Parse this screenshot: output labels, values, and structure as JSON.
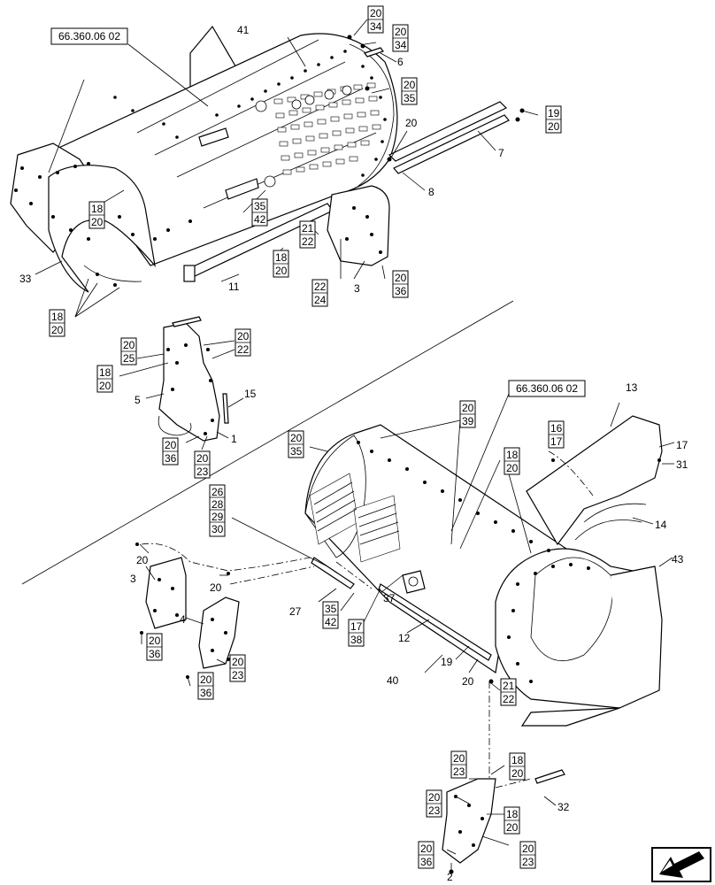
{
  "reference_boxes": [
    "66.360.06 02",
    "66.360.06 02"
  ],
  "callouts": [
    {
      "id": "c41",
      "label": "41"
    },
    {
      "id": "c6",
      "label": "6"
    },
    {
      "id": "c20a",
      "label": "20"
    },
    {
      "id": "c7",
      "label": "7"
    },
    {
      "id": "c8",
      "label": "8"
    },
    {
      "id": "c3a",
      "label": "3"
    },
    {
      "id": "c11",
      "label": "11"
    },
    {
      "id": "c33",
      "label": "33"
    },
    {
      "id": "c15",
      "label": "15"
    },
    {
      "id": "c5",
      "label": "5"
    },
    {
      "id": "c1",
      "label": "1"
    },
    {
      "id": "c13",
      "label": "13"
    },
    {
      "id": "c17a",
      "label": "17"
    },
    {
      "id": "c31",
      "label": "31"
    },
    {
      "id": "c14",
      "label": "14"
    },
    {
      "id": "c43",
      "label": "43"
    },
    {
      "id": "c20b",
      "label": "20"
    },
    {
      "id": "c3b",
      "label": "3"
    },
    {
      "id": "c20c",
      "label": "20"
    },
    {
      "id": "c4",
      "label": "4"
    },
    {
      "id": "c27",
      "label": "27"
    },
    {
      "id": "c37",
      "label": "37"
    },
    {
      "id": "c12",
      "label": "12"
    },
    {
      "id": "c40",
      "label": "40"
    },
    {
      "id": "c19",
      "label": "19"
    },
    {
      "id": "c20d",
      "label": "20"
    },
    {
      "id": "c32",
      "label": "32"
    },
    {
      "id": "c2",
      "label": "2"
    }
  ],
  "boxed_callouts": [
    {
      "id": "b1",
      "lines": [
        "20",
        "34"
      ]
    },
    {
      "id": "b2",
      "lines": [
        "20",
        "34"
      ]
    },
    {
      "id": "b3",
      "lines": [
        "20",
        "35"
      ]
    },
    {
      "id": "b4",
      "lines": [
        "19",
        "20"
      ]
    },
    {
      "id": "b5",
      "lines": [
        "18",
        "20"
      ]
    },
    {
      "id": "b6",
      "lines": [
        "35",
        "42"
      ]
    },
    {
      "id": "b7",
      "lines": [
        "21",
        "22"
      ]
    },
    {
      "id": "b8",
      "lines": [
        "18",
        "20"
      ]
    },
    {
      "id": "b9",
      "lines": [
        "22",
        "24"
      ]
    },
    {
      "id": "b10",
      "lines": [
        "20",
        "36"
      ]
    },
    {
      "id": "b11",
      "lines": [
        "18",
        "20"
      ]
    },
    {
      "id": "b12",
      "lines": [
        "20",
        "25"
      ]
    },
    {
      "id": "b13",
      "lines": [
        "20",
        "22"
      ]
    },
    {
      "id": "b14",
      "lines": [
        "18",
        "20"
      ]
    },
    {
      "id": "b15",
      "lines": [
        "20",
        "36"
      ]
    },
    {
      "id": "b16",
      "lines": [
        "20",
        "23"
      ]
    },
    {
      "id": "b17",
      "lines": [
        "20",
        "39"
      ]
    },
    {
      "id": "b18",
      "lines": [
        "20",
        "35"
      ]
    },
    {
      "id": "b19",
      "lines": [
        "18",
        "20"
      ]
    },
    {
      "id": "b20",
      "lines": [
        "16",
        "17"
      ]
    },
    {
      "id": "b21",
      "lines": [
        "26",
        "28",
        "29",
        "30"
      ]
    },
    {
      "id": "b22",
      "lines": [
        "35",
        "42"
      ]
    },
    {
      "id": "b23",
      "lines": [
        "17",
        "38"
      ]
    },
    {
      "id": "b24",
      "lines": [
        "20",
        "36"
      ]
    },
    {
      "id": "b25",
      "lines": [
        "20",
        "23"
      ]
    },
    {
      "id": "b26",
      "lines": [
        "20",
        "36"
      ]
    },
    {
      "id": "b27",
      "lines": [
        "21",
        "22"
      ]
    },
    {
      "id": "b28",
      "lines": [
        "20",
        "23"
      ]
    },
    {
      "id": "b29",
      "lines": [
        "18",
        "20"
      ]
    },
    {
      "id": "b30",
      "lines": [
        "20",
        "23"
      ]
    },
    {
      "id": "b31",
      "lines": [
        "18",
        "20"
      ]
    },
    {
      "id": "b32",
      "lines": [
        "20",
        "36"
      ]
    },
    {
      "id": "b33",
      "lines": [
        "20",
        "23"
      ]
    }
  ],
  "icons": {
    "nav": "arrow-left-nav-icon"
  }
}
